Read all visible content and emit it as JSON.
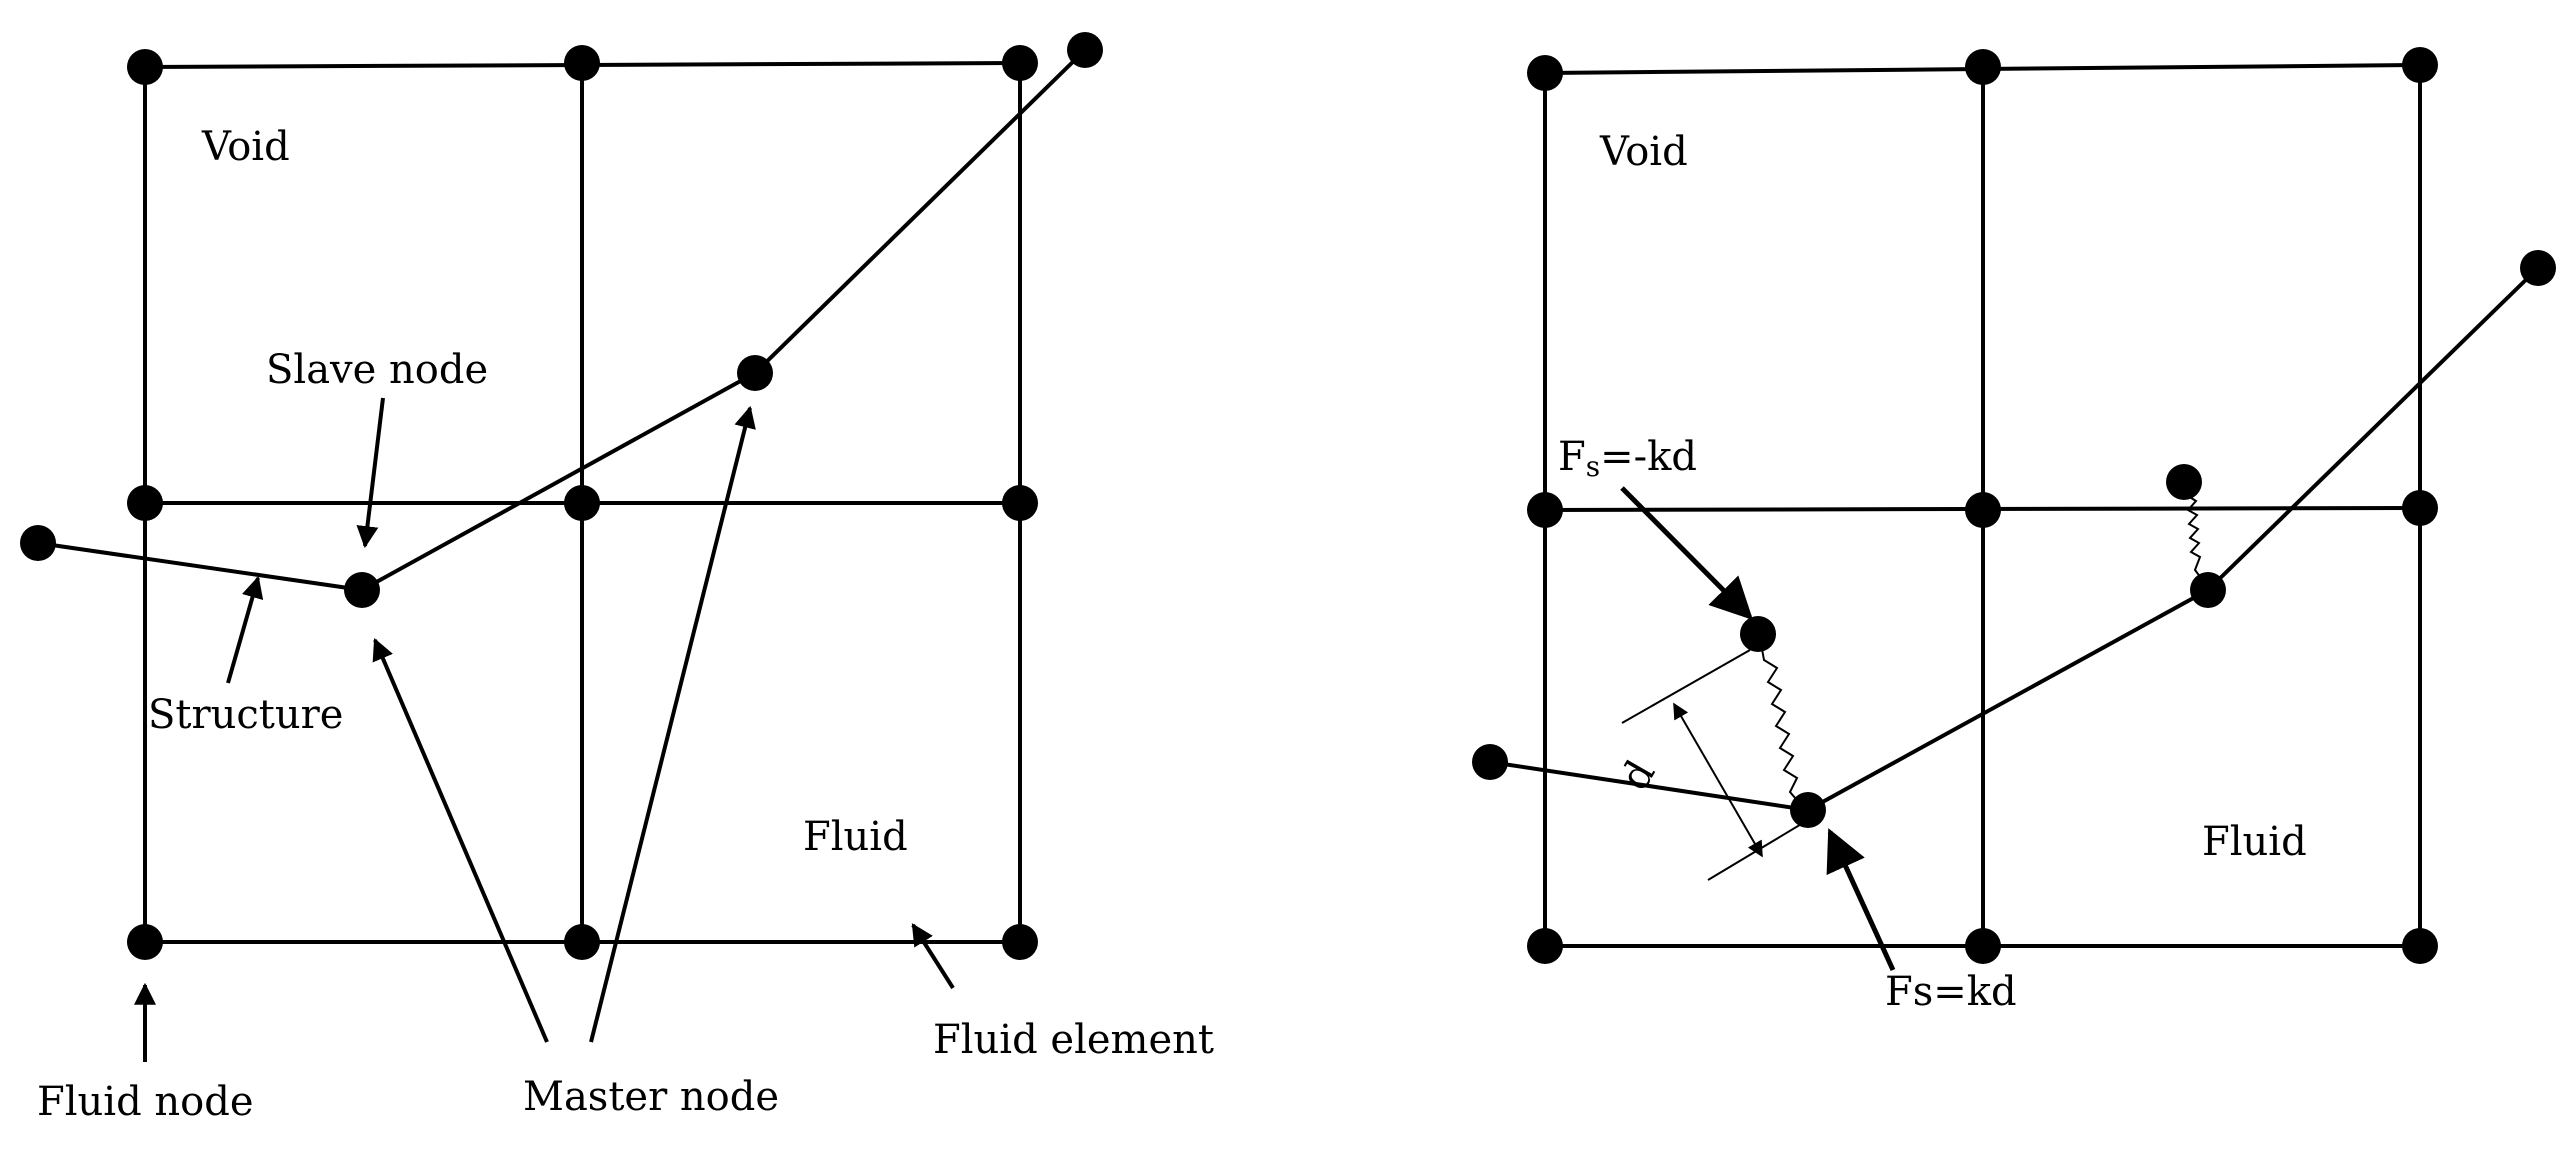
{
  "colors": {
    "ink": "#000000",
    "background": "#ffffff"
  },
  "left_panel": {
    "void_label": "Void",
    "fluid_label": "Fluid",
    "slave_node_label": "Slave node",
    "structure_label": "Structure",
    "fluid_element_label": "Fluid element",
    "fluid_node_label": "Fluid node",
    "master_node_label": "Master node"
  },
  "right_panel": {
    "void_label": "Void",
    "fluid_label": "Fluid",
    "force_top_prefix": "F",
    "force_top_sub": "s",
    "force_top_suffix": "=-kd",
    "force_bottom_label": "Fs=kd",
    "distance_label": "d"
  }
}
